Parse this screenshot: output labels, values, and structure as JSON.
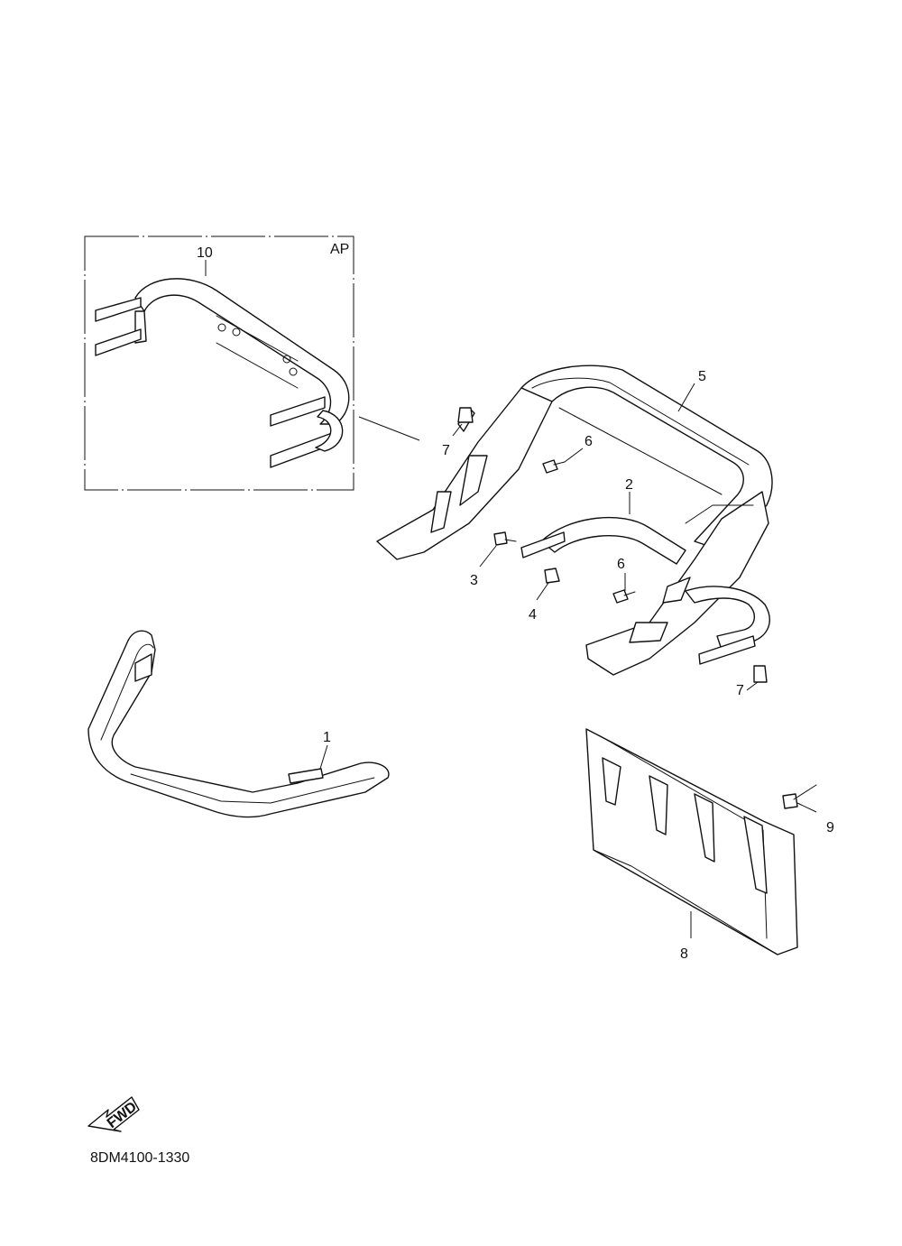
{
  "inset": {
    "tag": "AP"
  },
  "callouts": {
    "c1": "1",
    "c2": "2",
    "c3": "3",
    "c4": "4",
    "c5": "5",
    "c6a": "6",
    "c6b": "6",
    "c7a": "7",
    "c7b": "7",
    "c8": "8",
    "c9": "9",
    "c10": "10"
  },
  "fwd_arrow": {
    "text": "FWD"
  },
  "drawing_code": "8DM4100-1330"
}
